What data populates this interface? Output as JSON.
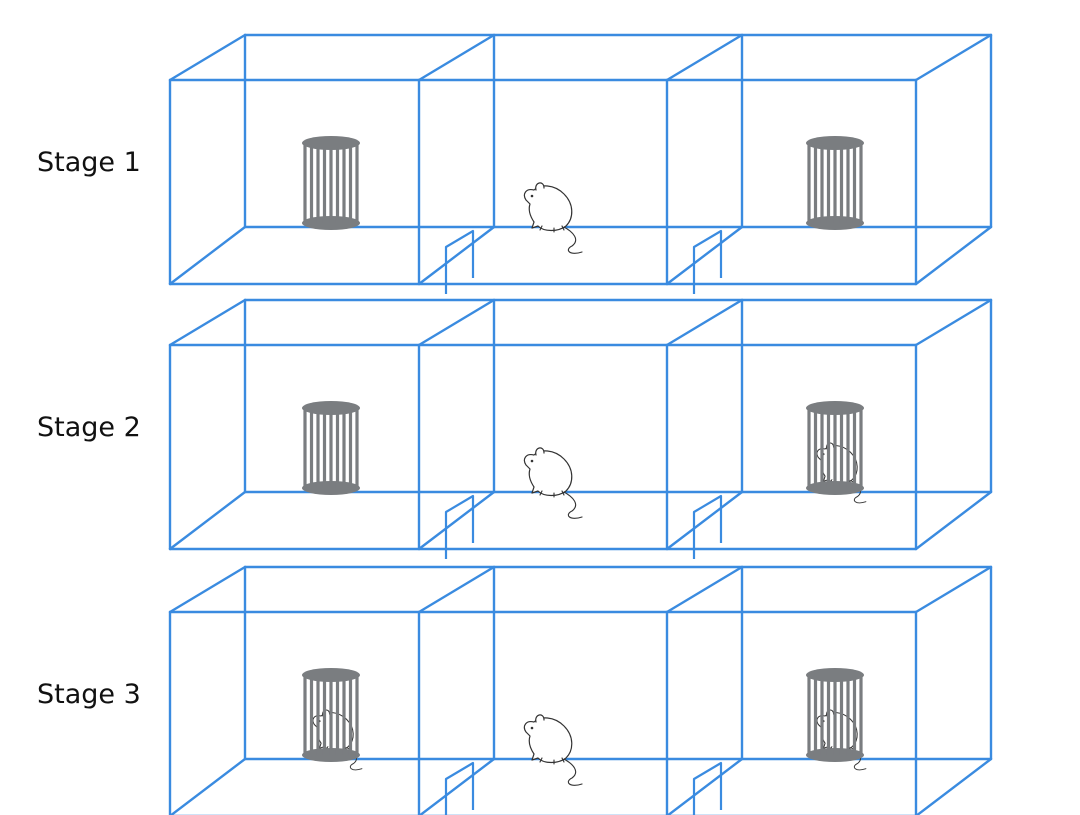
{
  "colors": {
    "box_line": "#3a8be0",
    "cage": "#7a7d80",
    "mouse_outline": "#333333",
    "background": "#ffffff"
  },
  "stages": [
    {
      "label": "Stage 1",
      "left_cage_occupied": false,
      "center_mouse": true,
      "right_cage_occupied": false
    },
    {
      "label": "Stage 2",
      "left_cage_occupied": false,
      "center_mouse": true,
      "right_cage_occupied": true
    },
    {
      "label": "Stage 3",
      "left_cage_occupied": true,
      "center_mouse": true,
      "right_cage_occupied": true
    }
  ]
}
